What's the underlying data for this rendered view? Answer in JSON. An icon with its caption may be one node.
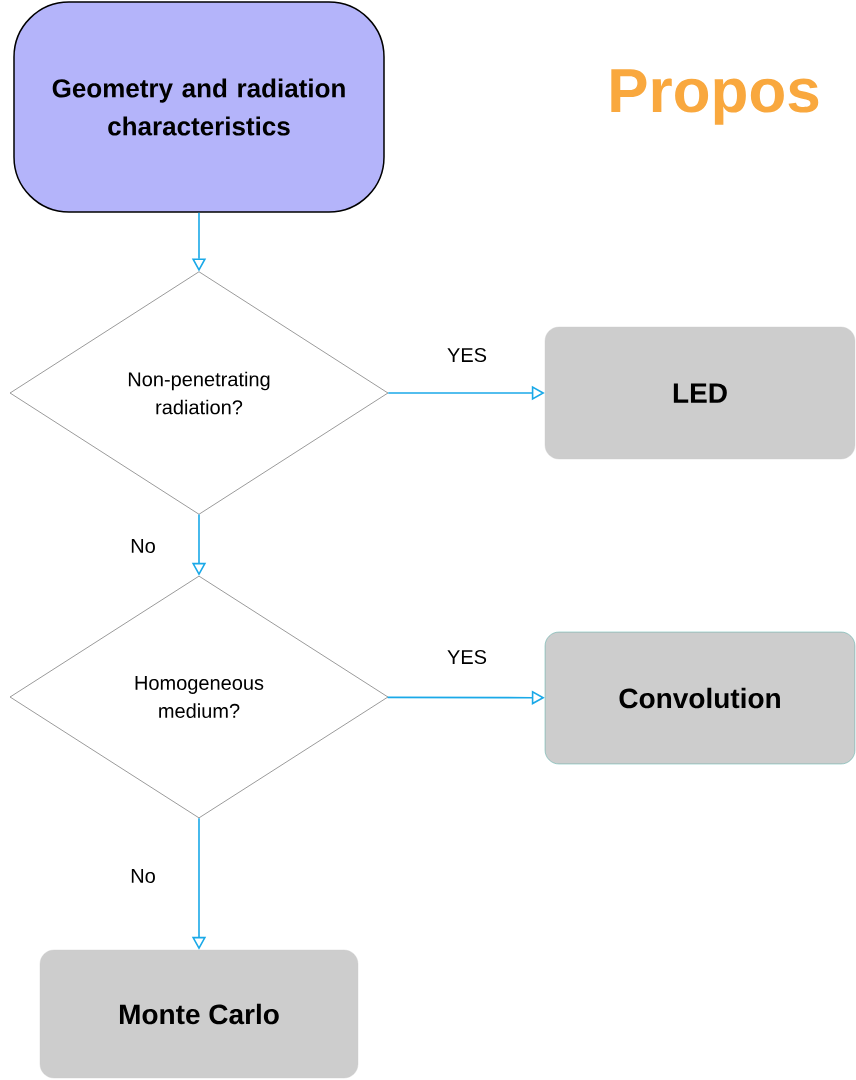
{
  "diagram": {
    "title": "Propos",
    "nodes": [
      {
        "text": [
          "Geometry and radiation characteristics"
        ]
      },
      {
        "text": [
          "Non-penetrating radiation?"
        ]
      },
      {
        "text": [
          "LED"
        ]
      },
      {
        "text": [
          "Homogeneous medium?"
        ]
      },
      {
        "text": [
          "Convolution"
        ]
      },
      {
        "text": [
          "Monte Carlo"
        ]
      }
    ],
    "edges": [
      {
        "from": 0,
        "to": 1,
        "arrow": "to"
      },
      {
        "from": 1,
        "to": 2,
        "arrow": "to",
        "label": "YES"
      },
      {
        "from": 1,
        "to": 3,
        "arrow": "to",
        "label": "No"
      },
      {
        "from": 3,
        "to": 4,
        "arrow": "to",
        "label": "YES"
      },
      {
        "from": 3,
        "to": 5,
        "arrow": "to",
        "label": "No"
      }
    ]
  }
}
